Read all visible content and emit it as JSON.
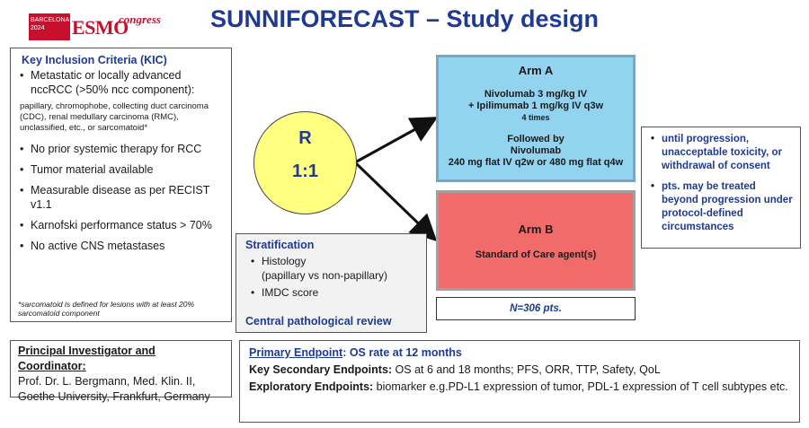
{
  "logo": {
    "city_line1": "BARCELONA",
    "city_line2": "2024",
    "brand": "ESMO",
    "suffix": "congress"
  },
  "title": "SUNNIFORECAST – Study design",
  "kic": {
    "title": "Key Inclusion Criteria (KIC)",
    "item1": "Metastatic or locally advanced nccRCC (>50% ncc component):",
    "subtypes": "papillary, chromophobe, collecting duct carcinoma (CDC), renal medullary carcinoma (RMC), unclassified, etc., or sarcomatoid*",
    "items": [
      "No prior systemic therapy for RCC",
      "Tumor material available",
      "Measurable disease as per RECIST v1.1",
      "Karnofski performance status > 70%",
      "No active CNS metastases"
    ],
    "note": "*sarcomatoid is defined for lesions with at least 20% sarcomatoid component"
  },
  "pi": {
    "title": "Principal Investigator and Coordinator:",
    "lines": [
      "Prof. Dr. L. Bergmann, Med. Klin. II,",
      "Goethe University, Frankfurt, Germany"
    ]
  },
  "randomization": {
    "letter": "R",
    "ratio": "1:1"
  },
  "arm_a": {
    "title": "Arm A",
    "drug_line1": "Nivolumab 3 mg/kg IV",
    "drug_line2": "+ Ipilimumab  1 mg/kg IV  q3w",
    "times": "4 times",
    "followed_line1": "Followed by",
    "followed_line2": "Nivolumab",
    "followed_line3": "240 mg flat IV q2w or 480 mg flat q4w"
  },
  "arm_b": {
    "title": "Arm B",
    "treatment": "Standard of Care agent(s)"
  },
  "n_total": "N=306 pts.",
  "notes": [
    "until progression, unacceptable toxicity, or withdrawal of consent",
    "pts. may be treated beyond progression under protocol-defined circumstances"
  ],
  "stratification": {
    "title": "Stratification",
    "item1_line1": "Histology",
    "item1_line2": "(papillary vs non-papillary)",
    "item2": "IMDC score",
    "review": "Central pathological review"
  },
  "endpoints": {
    "primary_label": "Primary Endpoint",
    "primary_value": ": OS rate at 12 months",
    "secondary_label": "Key Secondary Endpoints:",
    "secondary_value": " OS at 6 and 18 months; PFS, ORR, TTP, Safety, QoL",
    "exploratory_label": "Exploratory Endpoints:",
    "exploratory_value": "  biomarker e.g.PD-L1 expression  of tumor, PDL-1 expression of T cell subtypes etc."
  },
  "colors": {
    "title_blue": "#1f3a93",
    "arm_a_fill": "#92d4f0",
    "arm_b_fill": "#f26b6b",
    "circle_fill": "#ffff80",
    "esmo_red": "#c8102e"
  }
}
